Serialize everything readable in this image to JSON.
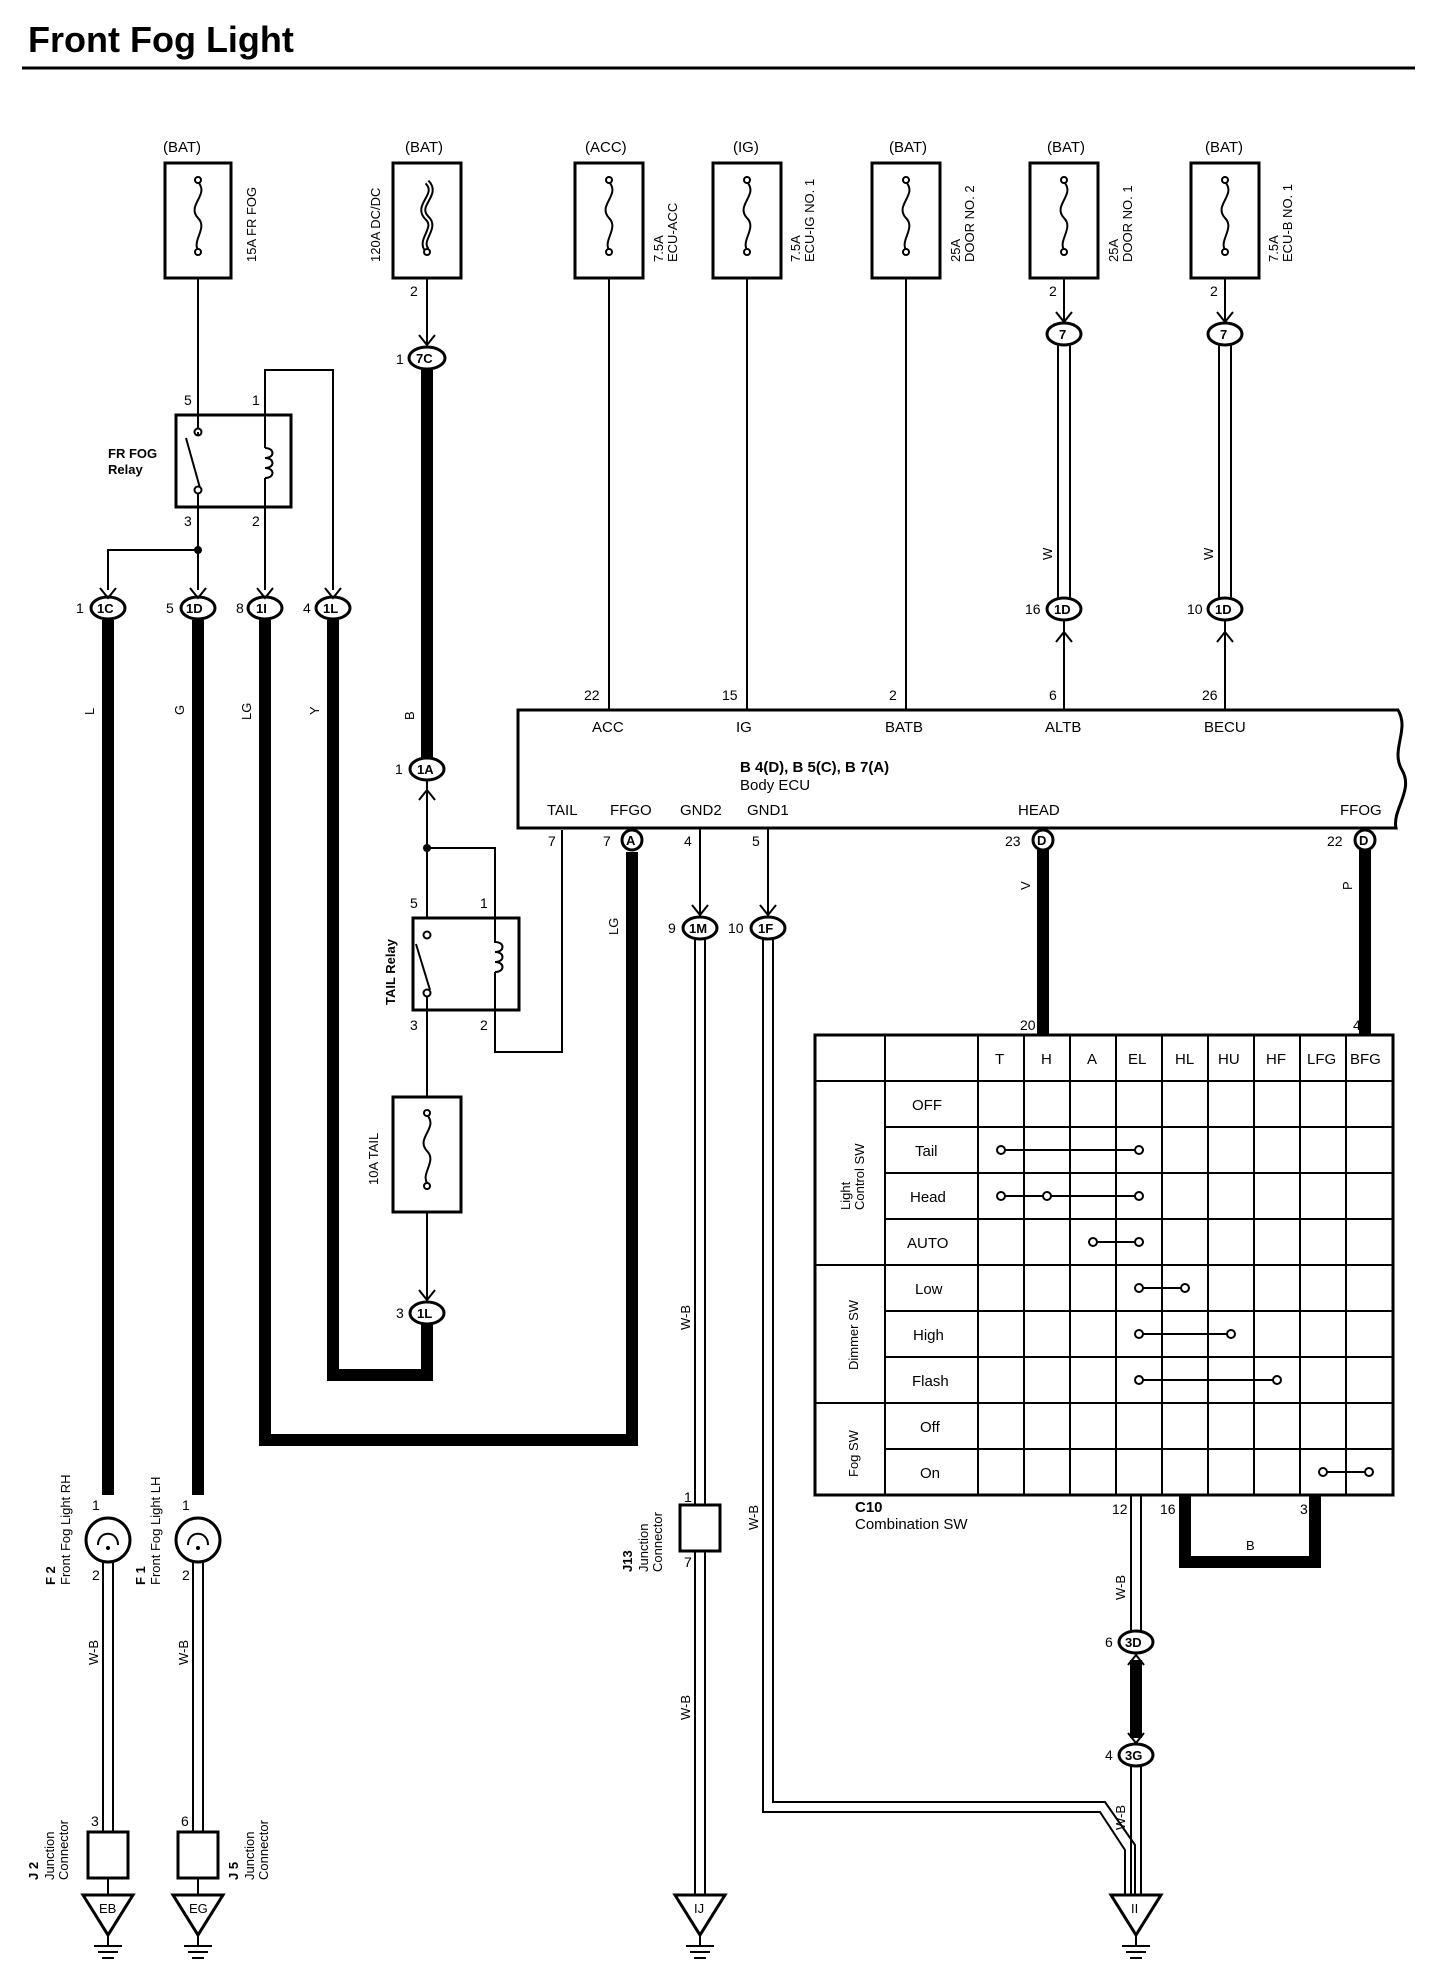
{
  "title": "Front Fog Light",
  "fuses": [
    {
      "source": "(BAT)",
      "rating": "15A",
      "name": "FR FOG",
      "pin": ""
    },
    {
      "source": "(BAT)",
      "rating": "120A",
      "name": "DC/DC",
      "pin": "2"
    },
    {
      "source": "(ACC)",
      "rating": "7.5A",
      "name": "ECU-ACC",
      "pin": ""
    },
    {
      "source": "(IG)",
      "rating": "7.5A",
      "name": "ECU-IG NO. 1",
      "pin": ""
    },
    {
      "source": "(BAT)",
      "rating": "25A",
      "name": "DOOR NO. 2",
      "pin": ""
    },
    {
      "source": "(BAT)",
      "rating": "25A",
      "name": "DOOR NO. 1",
      "pin": "2"
    },
    {
      "source": "(BAT)",
      "rating": "7.5A",
      "name": "ECU-B NO. 1",
      "pin": "2"
    }
  ],
  "relays": {
    "fr_fog": {
      "label1": "FR FOG",
      "label2": "Relay",
      "pins": [
        "5",
        "1",
        "3",
        "2"
      ]
    },
    "tail": {
      "label": "TAIL Relay",
      "pins": [
        "5",
        "1",
        "3",
        "2"
      ]
    }
  },
  "tail_fuse": {
    "label": "10A TAIL"
  },
  "connectors": [
    {
      "pin": "2",
      "id": "7C"
    },
    {
      "pin": "1",
      "id": "7C"
    },
    {
      "pin": "1",
      "id": "1C"
    },
    {
      "pin": "5",
      "id": "1D"
    },
    {
      "pin": "8",
      "id": "1I"
    },
    {
      "pin": "4",
      "id": "1L"
    },
    {
      "pin": "1",
      "id": "1A"
    },
    {
      "pin": "3",
      "id": "1L"
    },
    {
      "pin": "",
      "id": "7"
    },
    {
      "pin": "",
      "id": "7"
    },
    {
      "pin": "16",
      "id": "1D"
    },
    {
      "pin": "10",
      "id": "1D"
    },
    {
      "pin": "9",
      "id": "1M"
    },
    {
      "pin": "10",
      "id": "1F"
    },
    {
      "pin": "6",
      "id": "3D"
    },
    {
      "pin": "4",
      "id": "3G"
    },
    {
      "pin": "7",
      "id": "A"
    },
    {
      "pin": "23",
      "id": "D"
    },
    {
      "pin": "22",
      "id": "D"
    }
  ],
  "wire_colors": [
    "L",
    "G",
    "LG",
    "Y",
    "B",
    "W",
    "W",
    "LG",
    "V",
    "P",
    "W-B",
    "W-B",
    "W-B",
    "W-B",
    "W-B",
    "W-B",
    "B"
  ],
  "ecu": {
    "title": "B 4(D), B 5(C), B 7(A)",
    "name": "Body ECU",
    "top_pins": [
      {
        "num": "22",
        "name": "ACC"
      },
      {
        "num": "15",
        "name": "IG"
      },
      {
        "num": "2",
        "name": "BATB"
      },
      {
        "num": "6",
        "name": "ALTB"
      },
      {
        "num": "26",
        "name": "BECU"
      }
    ],
    "bottom_pins": [
      {
        "num": "7",
        "name": "TAIL"
      },
      {
        "num": "7",
        "name": "FFGO"
      },
      {
        "num": "4",
        "name": "GND2"
      },
      {
        "num": "5",
        "name": "GND1"
      },
      {
        "num": "23",
        "name": "HEAD"
      },
      {
        "num": "22",
        "name": "FFOG"
      }
    ]
  },
  "switch": {
    "code": "C10",
    "name": "Combination SW",
    "columns": [
      "T",
      "H",
      "A",
      "EL",
      "HL",
      "HU",
      "HF",
      "LFG",
      "BFG"
    ],
    "groups": [
      {
        "label1": "Light",
        "label2": "Control SW",
        "rows": [
          "OFF",
          "Tail",
          "Head",
          "AUTO"
        ]
      },
      {
        "label1": "Dimmer SW",
        "label2": "",
        "rows": [
          "Low",
          "High",
          "Flash"
        ]
      },
      {
        "label1": "Fog SW",
        "label2": "",
        "rows": [
          "Off",
          "On"
        ]
      }
    ],
    "top_pins": [
      "20",
      "4"
    ],
    "bottom_pins": [
      "12",
      "16",
      "3"
    ]
  },
  "lights": [
    {
      "code": "F 2",
      "name": "Front Fog Light RH",
      "pins": [
        "1",
        "2"
      ]
    },
    {
      "code": "F 1",
      "name": "Front Fog Light LH",
      "pins": [
        "1",
        "2"
      ]
    }
  ],
  "junctions": [
    {
      "code": "J 2",
      "name1": "Junction",
      "name2": "Connector",
      "pin": "3"
    },
    {
      "code": "J 5",
      "name1": "Junction",
      "name2": "Connector",
      "pin": "6"
    },
    {
      "code": "J13",
      "name1": "Junction",
      "name2": "Connector",
      "pins": [
        "1",
        "7"
      ]
    }
  ],
  "grounds": [
    "EB",
    "EG",
    "IJ",
    "II"
  ]
}
